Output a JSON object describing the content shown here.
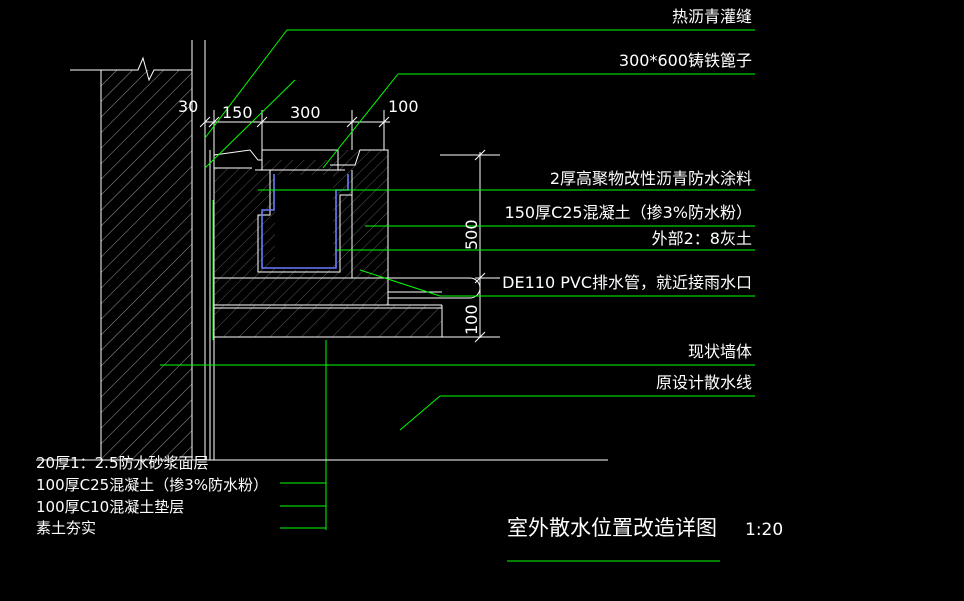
{
  "diagram": {
    "title": "室外散水位置改造详图",
    "scale": "1:20",
    "right_labels": [
      "热沥青灌缝",
      "300*600铸铁篦子",
      "2厚高聚物改性沥青防水涂料",
      "150厚C25混凝土（掺3%防水粉）",
      "外部2：8灰土",
      "DE110 PVC排水管，就近接雨水口",
      "现状墙体",
      "原设计散水线"
    ],
    "left_labels": [
      "20厚1：2.5防水砂浆面层",
      "100厚C25混凝土（掺3%防水粉）",
      "100厚C10混凝土垫层",
      "素土夯实"
    ],
    "dimensions": {
      "d30": "30",
      "d150": "150",
      "d300": "300",
      "d100_top": "100",
      "d500": "500",
      "d100_side": "100"
    },
    "colors": {
      "background": "#000000",
      "text": "#ffffff",
      "leader": "#00ff00",
      "outline": "#ffffff",
      "inner_liner": "#6a7bff",
      "hatch": "#9a9a9a"
    }
  }
}
